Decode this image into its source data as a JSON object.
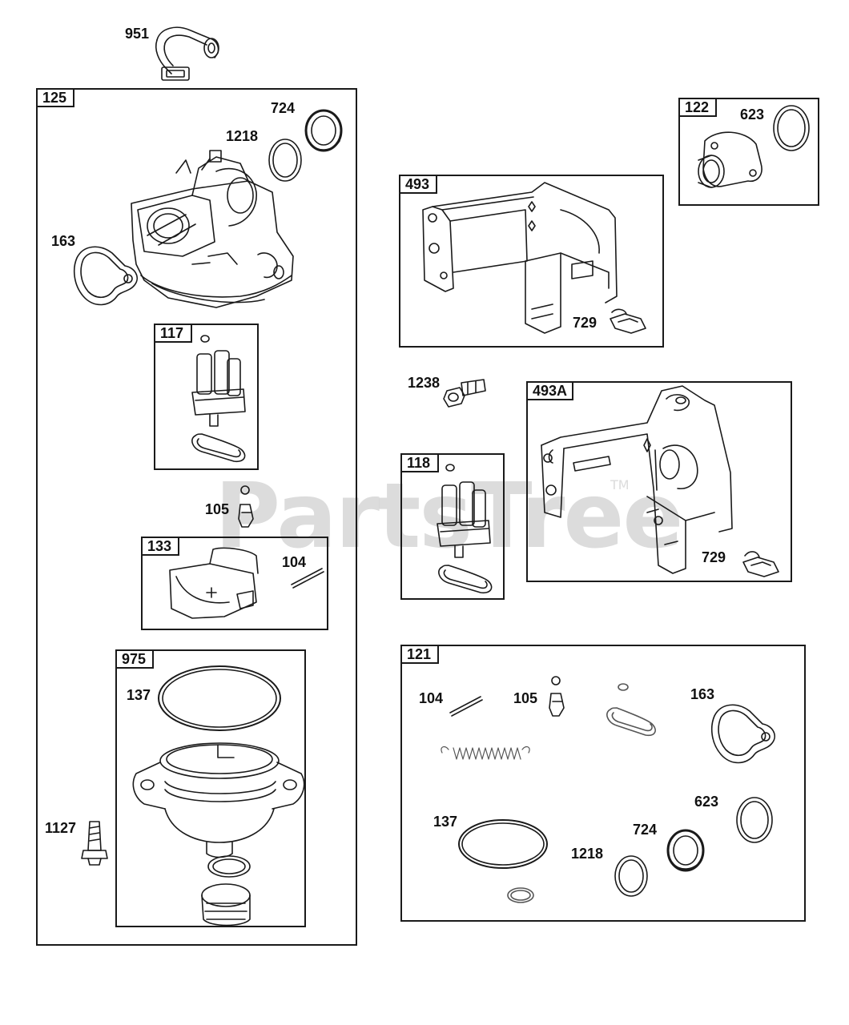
{
  "watermark": {
    "text": "PartsTree",
    "tm": "TM"
  },
  "groups": {
    "g125": "125",
    "g117": "117",
    "g133": "133",
    "g975": "975",
    "g493": "493",
    "g122": "122",
    "g493A": "493A",
    "g118": "118",
    "g121": "121"
  },
  "labels": {
    "p951": "951",
    "p724": "724",
    "p1218": "1218",
    "p163": "163",
    "p105": "105",
    "p104": "104",
    "p137": "137",
    "p1127": "1127",
    "p623": "623",
    "p729a": "729",
    "p1238": "1238",
    "p729b": "729",
    "k104": "104",
    "k105": "105",
    "k163": "163",
    "k137": "137",
    "k623": "623",
    "k724": "724",
    "k1218": "1218"
  },
  "colors": {
    "line": "#1a1a1a",
    "watermark": "#969696"
  }
}
